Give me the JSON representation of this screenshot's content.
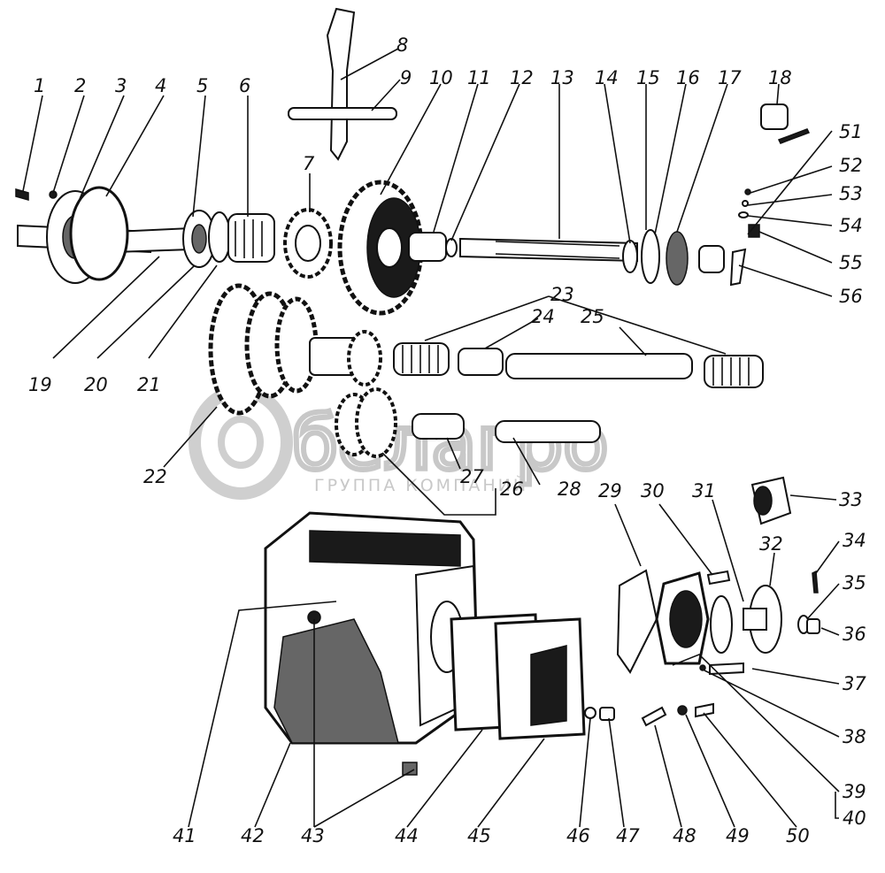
{
  "watermark": {
    "brand": "белагро",
    "subtitle": "ГРУППА КОМПАНИЙ"
  },
  "labels": [
    "1",
    "2",
    "3",
    "4",
    "5",
    "6",
    "7",
    "8",
    "9",
    "10",
    "11",
    "12",
    "13",
    "14",
    "15",
    "16",
    "17",
    "18",
    "19",
    "20",
    "21",
    "22",
    "23",
    "24",
    "25",
    "26",
    "27",
    "28",
    "29",
    "30",
    "31",
    "32",
    "33",
    "34",
    "35",
    "36",
    "37",
    "38",
    "39",
    "40",
    "41",
    "42",
    "43",
    "44",
    "45",
    "46",
    "47",
    "48",
    "49",
    "50",
    "51",
    "52",
    "53",
    "54",
    "55",
    "56"
  ]
}
